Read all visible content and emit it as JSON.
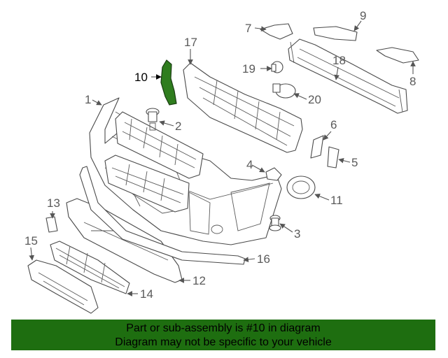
{
  "diagram": {
    "highlight_color": "#2f7d1e",
    "highlighted_part": "10",
    "callouts": {
      "c1": "1",
      "c2": "2",
      "c3": "3",
      "c4": "4",
      "c5": "5",
      "c6": "6",
      "c7": "7",
      "c8": "8",
      "c9": "9",
      "c10": "10",
      "c11": "11",
      "c12": "12",
      "c13": "13",
      "c14": "14",
      "c15": "15",
      "c16": "16",
      "c17": "17",
      "c18": "18",
      "c19": "19",
      "c20": "20"
    }
  },
  "banner": {
    "background": "#1e6e10",
    "line1": "Part or sub-assembly is #10 in diagram",
    "line2": "Diagram may not be specific to your vehicle"
  }
}
